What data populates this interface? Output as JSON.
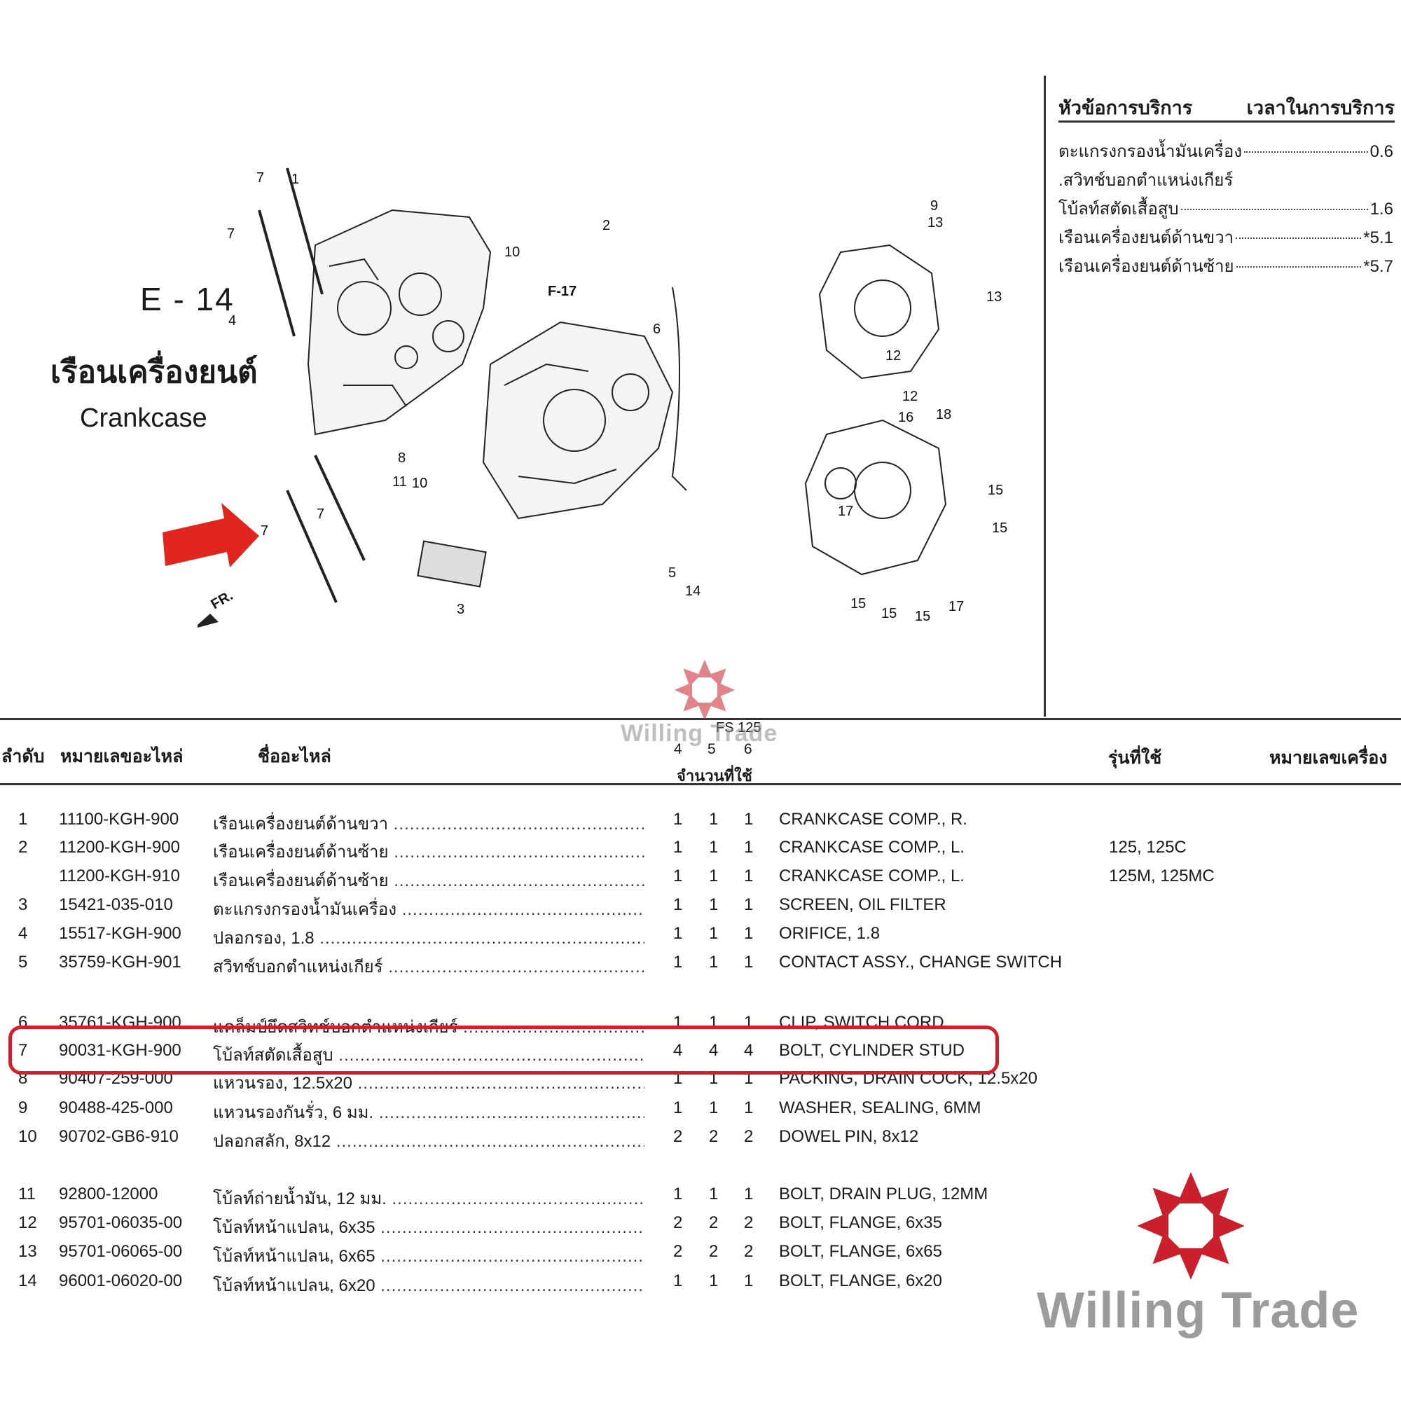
{
  "header": {
    "code": "E - 14",
    "title_th": "เรือนเครื่องยนต์",
    "title_en": "Crankcase"
  },
  "diagram": {
    "callouts": {
      "n1": "1",
      "n2": "2",
      "n3": "3",
      "n4": "4",
      "n5": "5",
      "n6": "6",
      "n7a": "7",
      "n7b": "7",
      "n7c": "7",
      "n7d": "7",
      "n8": "8",
      "n9": "9",
      "n10a": "10",
      "n10b": "10",
      "n11": "11",
      "n12a": "12",
      "n12b": "12",
      "n13a": "13",
      "n13b": "13",
      "n14": "14",
      "n15a": "15",
      "n15b": "15",
      "n15c": "15",
      "n15d": "15",
      "n15e": "15",
      "n16": "16",
      "n17a": "17",
      "n17b": "17",
      "n18": "18",
      "ref": "F-17",
      "front": "FR."
    },
    "arrow_color": "#e0261f"
  },
  "service": {
    "head_item": "หัวข้อการบริการ",
    "head_time": "เวลาในการบริการ",
    "items": [
      {
        "text": "ตะแกรงกรองน้ำมันเครื่อง",
        "time": "0.6"
      },
      {
        "text": ".สวิทช์บอกตำแหน่งเกียร์",
        "time": ""
      },
      {
        "text": "โบ้ลท์สตัดเสื้อสูบ",
        "time": "1.6"
      },
      {
        "text": "เรือนเครื่องยนต์ด้านขวา",
        "time": "*5.1"
      },
      {
        "text": "เรือนเครื่องยนต์ด้านซ้าย",
        "time": "*5.7"
      }
    ]
  },
  "table": {
    "headers": {
      "no": "ลำดับ",
      "part_no": "หมายเลขอะไหล่",
      "name": "ชื่ออะไหล่",
      "model_label": "FS 125",
      "q4": "4",
      "q5": "5",
      "q6": "6",
      "qty": "จำนวนที่ใช้",
      "model": "รุ่นที่ใช้",
      "frame": "หมายเลขเครื่อง"
    },
    "rows": [
      {
        "no": "1",
        "part": "11100-KGH-900",
        "th": "เรือนเครื่องยนต์ด้านขวา",
        "q1": "1",
        "q2": "1",
        "q3": "1",
        "en": "CRANKCASE COMP., R.",
        "model": ""
      },
      {
        "no": "2",
        "part": "11200-KGH-900",
        "th": "เรือนเครื่องยนต์ด้านซ้าย",
        "q1": "1",
        "q2": "1",
        "q3": "1",
        "en": "CRANKCASE COMP., L.",
        "model": "125, 125C"
      },
      {
        "no": "",
        "part": "11200-KGH-910",
        "th": "เรือนเครื่องยนต์ด้านซ้าย",
        "q1": "1",
        "q2": "1",
        "q3": "1",
        "en": "CRANKCASE COMP., L.",
        "model": "125M, 125MC"
      },
      {
        "no": "3",
        "part": "15421-035-010",
        "th": "ตะแกรงกรองน้ำมันเครื่อง",
        "q1": "1",
        "q2": "1",
        "q3": "1",
        "en": "SCREEN, OIL FILTER",
        "model": ""
      },
      {
        "no": "4",
        "part": "15517-KGH-900",
        "th": "ปลอกรอง, 1.8",
        "q1": "1",
        "q2": "1",
        "q3": "1",
        "en": "ORIFICE, 1.8",
        "model": ""
      },
      {
        "no": "5",
        "part": "35759-KGH-901",
        "th": "สวิทช์บอกตำแหน่งเกียร์",
        "q1": "1",
        "q2": "1",
        "q3": "1",
        "en": "CONTACT ASSY., CHANGE SWITCH",
        "model": ""
      },
      {
        "no": "6",
        "part": "35761-KGH-900",
        "th": "แคล็มป์ยึดสวิทช์บอกตำแหน่งเกียร์",
        "q1": "1",
        "q2": "1",
        "q3": "1",
        "en": "CLIP, SWITCH CORD",
        "model": ""
      },
      {
        "no": "7",
        "part": "90031-KGH-900",
        "th": "โบ้ลท์สตัดเสื้อสูบ",
        "q1": "4",
        "q2": "4",
        "q3": "4",
        "en": "BOLT, CYLINDER STUD",
        "model": ""
      },
      {
        "no": "8",
        "part": "90407-259-000",
        "th": "แหวนรอง, 12.5x20",
        "q1": "1",
        "q2": "1",
        "q3": "1",
        "en": "PACKING, DRAIN COCK, 12.5x20",
        "model": ""
      },
      {
        "no": "9",
        "part": "90488-425-000",
        "th": "แหวนรองกันรั่ว, 6 มม.",
        "q1": "1",
        "q2": "1",
        "q3": "1",
        "en": "WASHER, SEALING, 6MM",
        "model": ""
      },
      {
        "no": "10",
        "part": "90702-GB6-910",
        "th": "ปลอกสลัก, 8x12",
        "q1": "2",
        "q2": "2",
        "q3": "2",
        "en": "DOWEL PIN, 8x12",
        "model": ""
      },
      {
        "no": "11",
        "part": "92800-12000",
        "th": "โบ้ลท์ถ่ายน้ำมัน, 12 มม.",
        "q1": "1",
        "q2": "1",
        "q3": "1",
        "en": "BOLT, DRAIN PLUG, 12MM",
        "model": ""
      },
      {
        "no": "12",
        "part": "95701-06035-00",
        "th": "โบ้ลท์หน้าแปลน, 6x35",
        "q1": "2",
        "q2": "2",
        "q3": "2",
        "en": "BOLT, FLANGE, 6x35",
        "model": ""
      },
      {
        "no": "13",
        "part": "95701-06065-00",
        "th": "โบ้ลท์หน้าแปลน, 6x65",
        "q1": "2",
        "q2": "2",
        "q3": "2",
        "en": "BOLT, FLANGE, 6x65",
        "model": ""
      },
      {
        "no": "14",
        "part": "96001-06020-00",
        "th": "โบ้ลท์หน้าแปลน, 6x20",
        "q1": "1",
        "q2": "1",
        "q3": "1",
        "en": "BOLT, FLANGE, 6x20",
        "model": ""
      }
    ],
    "highlight_color": "#d41e2c"
  },
  "watermark": {
    "small": "Willing Trade",
    "large": "Willing Trade",
    "logo_color": "#c9202b"
  }
}
